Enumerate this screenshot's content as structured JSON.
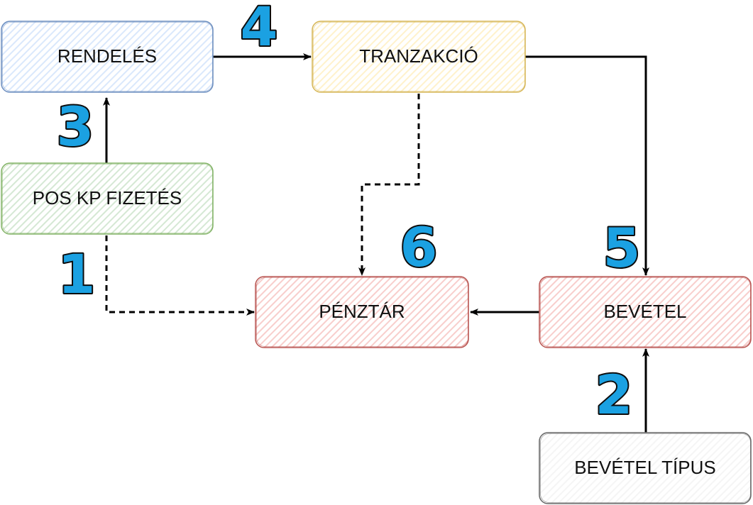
{
  "colors": {
    "blue_fill": "#dae8fc",
    "blue_stroke": "#6c8ebf",
    "yellow_fill": "#fff2cc",
    "yellow_stroke": "#d6b656",
    "green_fill": "#d5e8d4",
    "green_stroke": "#82b366",
    "red_fill": "#f8cecc",
    "red_stroke": "#b85450",
    "gray_fill": "#f5f5f5",
    "gray_stroke": "#666666",
    "step_number": "#1ba1e2"
  },
  "nodes": {
    "rendeles": {
      "label": "RENDELÉS"
    },
    "tranzakcio": {
      "label": "TRANZAKCIÓ"
    },
    "pos_kp_fizetes": {
      "label": "POS KP FIZETÉS"
    },
    "penztar": {
      "label": "PÉNZTÁR"
    },
    "bevetel": {
      "label": "BEVÉTEL"
    },
    "bevetel_tipus": {
      "label": "BEVÉTEL TÍPUS"
    }
  },
  "steps": {
    "s1": "1",
    "s2": "2",
    "s3": "3",
    "s4": "4",
    "s5": "5",
    "s6": "6"
  }
}
